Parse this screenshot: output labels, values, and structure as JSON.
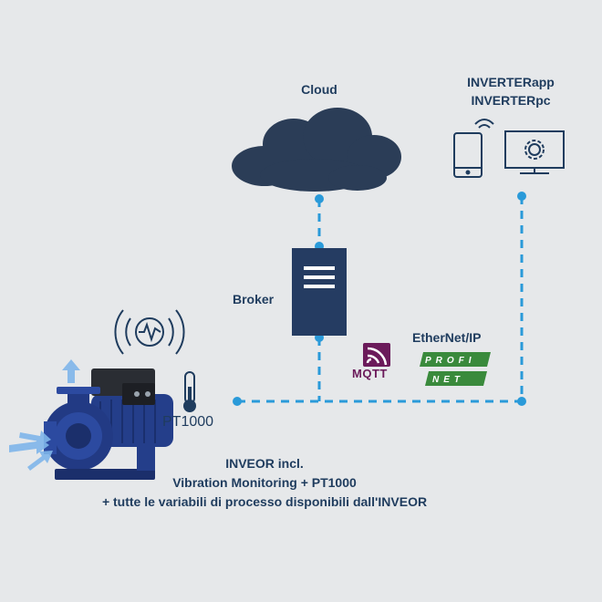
{
  "labels": {
    "cloud": "Cloud",
    "app_line1": "INVERTERapp",
    "app_line2": "INVERTERpc",
    "broker": "Broker",
    "pt1000": "PT1000",
    "mqtt": "MQTT",
    "ethernet_ip": "EtherNet/IP",
    "profinet_top": "PROFI",
    "profinet_bottom": "NET"
  },
  "caption": {
    "line1": "INVEOR incl.",
    "line2": "Vibration Monitoring + PT1000",
    "line3": "+ tutte le variabili di processo disponibili dall'INVEOR"
  },
  "colors": {
    "background": "#e6e8ea",
    "connection": "#2a9ad9",
    "navy": "#1f3c5e",
    "cloud": "#2b3d57",
    "pump": "#243e8a",
    "mqtt": "#6b1a5a",
    "profinet": "#3a8a3c"
  },
  "icons": [
    "cloud-icon",
    "server-icon",
    "smartphone-icon",
    "monitor-gear-icon",
    "vibration-sensor-icon",
    "thermometer-icon",
    "pump-icon",
    "mqtt-logo",
    "ethernet-ip-logo",
    "profinet-logo"
  ]
}
